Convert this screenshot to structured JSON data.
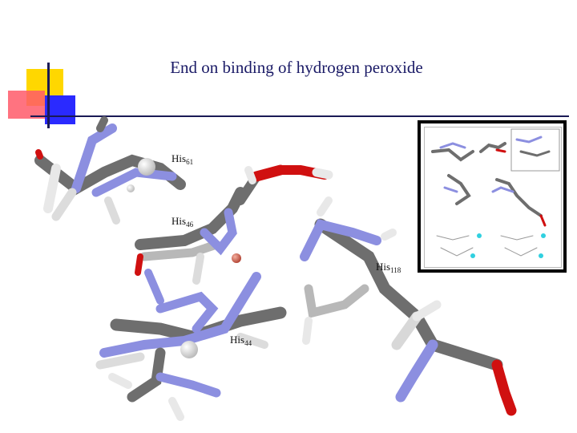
{
  "slide": {
    "title": "End on binding of hydrogen peroxide"
  },
  "labels": [
    {
      "name": "His",
      "sub": "61"
    },
    {
      "name": "His",
      "sub": "46"
    },
    {
      "name": "His",
      "sub": "118"
    },
    {
      "name": "His",
      "sub": "44"
    }
  ],
  "colors": {
    "title": "#1a1a66",
    "carbon": "#7a7a7a",
    "nitrogen": "#8c8fe0",
    "oxygen": "#d01010",
    "hydrogen": "#efefef",
    "metal": "#e07060",
    "deco_yellow": "#ffd700",
    "deco_red": "#ff5a6a",
    "deco_blue": "#2a2aff",
    "deco_line": "#1a1a55"
  }
}
